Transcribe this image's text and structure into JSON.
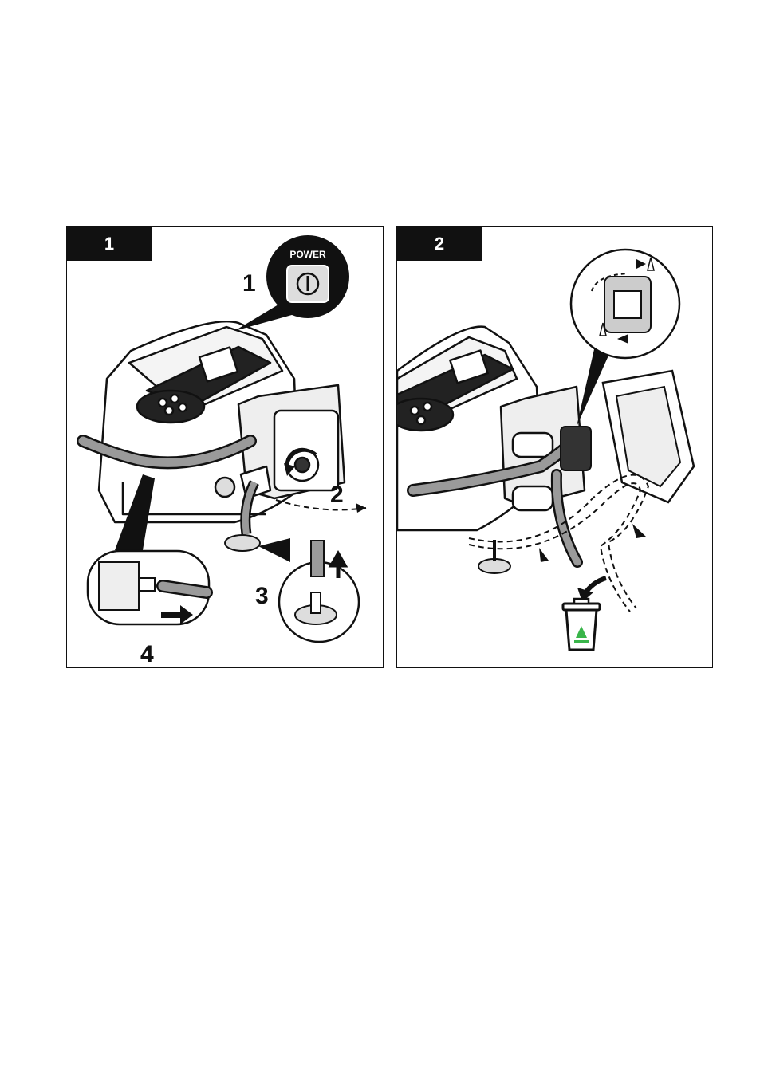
{
  "figures": [
    {
      "tab_label": "1",
      "power_label": "POWER",
      "callouts": [
        "1",
        "2",
        "3",
        "4"
      ]
    },
    {
      "tab_label": "2"
    }
  ],
  "colors": {
    "ink": "#111111",
    "recycle_green": "#39b54a",
    "tube_gray": "#9a9a9a"
  },
  "icons": [
    "power-button-icon",
    "trash-can-icon",
    "recycle-icon",
    "rotate-arrow-icon"
  ]
}
